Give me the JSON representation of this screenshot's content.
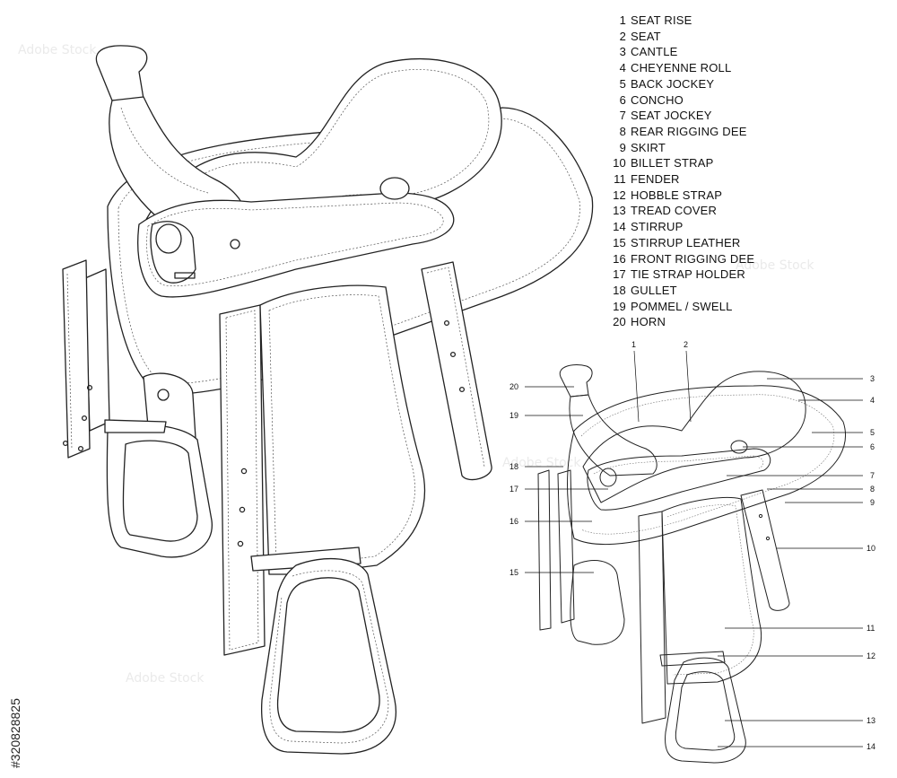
{
  "legend": [
    {
      "num": "1",
      "label": "SEAT RISE"
    },
    {
      "num": "2",
      "label": "SEAT"
    },
    {
      "num": "3",
      "label": "CANTLE"
    },
    {
      "num": "4",
      "label": "CHEYENNE ROLL"
    },
    {
      "num": "5",
      "label": "BACK JOCKEY"
    },
    {
      "num": "6",
      "label": "CONCHO"
    },
    {
      "num": "7",
      "label": "SEAT JOCKEY"
    },
    {
      "num": "8",
      "label": "REAR RIGGING DEE"
    },
    {
      "num": "9",
      "label": "SKIRT"
    },
    {
      "num": "10",
      "label": "BILLET STRAP"
    },
    {
      "num": "11",
      "label": "FENDER"
    },
    {
      "num": "12",
      "label": "HOBBLE STRAP"
    },
    {
      "num": "13",
      "label": "TREAD COVER"
    },
    {
      "num": "14",
      "label": "STIRRUP"
    },
    {
      "num": "15",
      "label": "STIRRUP LEATHER"
    },
    {
      "num": "16",
      "label": "FRONT RIGGING DEE"
    },
    {
      "num": "17",
      "label": "TIE STRAP HOLDER"
    },
    {
      "num": "18",
      "label": "GULLET"
    },
    {
      "num": "19",
      "label": "POMMEL / SWELL"
    },
    {
      "num": "20",
      "label": "HORN"
    }
  ],
  "callouts": {
    "c1": "1",
    "c2": "2",
    "c3": "3",
    "c4": "4",
    "c5": "5",
    "c6": "6",
    "c7": "7",
    "c8": "8",
    "c9": "9",
    "c10": "10",
    "c11": "11",
    "c12": "12",
    "c13": "13",
    "c14": "14",
    "c15": "15",
    "c16": "16",
    "c17": "17",
    "c18": "18",
    "c19": "19",
    "c20": "20"
  },
  "watermark": "Adobe Stock",
  "image_id": "#320828825"
}
